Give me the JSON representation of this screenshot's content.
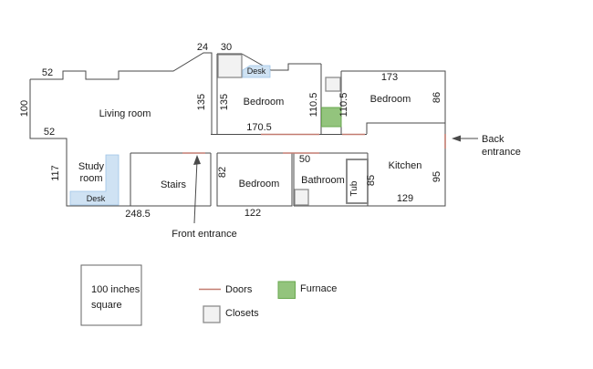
{
  "floor_plan": {
    "rooms": {
      "living_room": "Living room",
      "study_room_line1": "Study",
      "study_room_line2": "room",
      "stairs": "Stairs",
      "bedroom_top": "Bedroom",
      "bedroom_right": "Bedroom",
      "bedroom_bottom": "Bedroom",
      "bathroom": "Bathroom",
      "kitchen": "Kitchen"
    },
    "fixtures": {
      "study_desk": "Desk",
      "bedroom_desk": "Desk",
      "tub": "Tub"
    },
    "dimensions": {
      "living_top": "52",
      "living_left": "100",
      "living_step": "52",
      "study_left": "117",
      "roof_top": "24",
      "closet_top": "30",
      "living_right": "135",
      "bedroom_top_left": "135",
      "bedroom_top_width": "170.5",
      "nook_left": "110.5",
      "nook_right": "110.5",
      "bedroom_right_top": "173",
      "bedroom_right_side": "86",
      "bottom_width": "248.5",
      "bedroom_bottom_left": "82",
      "bedroom_bottom_width": "122",
      "bathroom_top": "50",
      "tub_side": "85",
      "kitchen_side": "95",
      "kitchen_width": "129"
    },
    "entrances": {
      "front": "Front entrance",
      "back_line1": "Back",
      "back_line2": "entrance"
    }
  },
  "legend": {
    "scale_line1": "100 inches",
    "scale_line2": "square",
    "doors": "Doors",
    "closets": "Closets",
    "furnace": "Furnace"
  },
  "colors": {
    "wall": "#4a4a4a",
    "door": "#c27b70",
    "furnace_fill": "#93c47d",
    "furnace_border": "#6aa84f",
    "closet_fill": "#f2f2f2",
    "closet_border": "#8c8c8c",
    "desk_fill": "#cfe2f3",
    "desk_border": "#9dc3e6",
    "text": "#1a1a1a"
  }
}
